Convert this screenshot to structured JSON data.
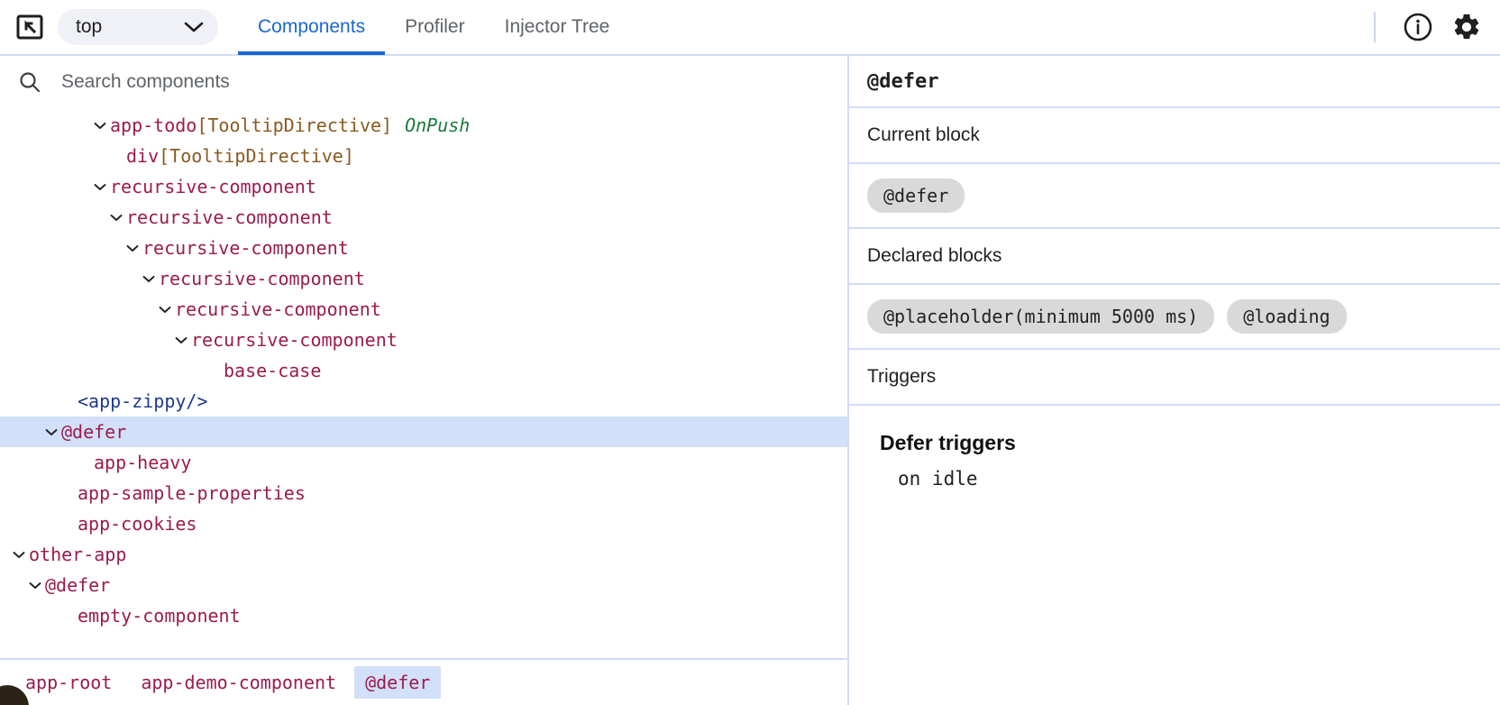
{
  "toolbar": {
    "inspect_icon": "inspect-element-icon",
    "frame_select": {
      "value": "top",
      "chevron_icon": "chevron-down-icon"
    },
    "tabs": [
      {
        "label": "Components",
        "active": true
      },
      {
        "label": "Profiler",
        "active": false
      },
      {
        "label": "Injector Tree",
        "active": false
      }
    ],
    "info_icon": "info-circle-icon",
    "settings_icon": "gear-icon",
    "accent_color": "#1967d2"
  },
  "search": {
    "placeholder": "Search components",
    "value": "",
    "icon": "search-icon"
  },
  "tree": {
    "rows": [
      {
        "indent": 5,
        "chevron": "down",
        "name": "app-todo",
        "directive": "[TooltipDirective]",
        "badge": "OnPush",
        "style": "component",
        "selected": false
      },
      {
        "indent": 6,
        "chevron": "none",
        "name": "div",
        "directive": "[TooltipDirective]",
        "badge": "",
        "style": "component",
        "selected": false
      },
      {
        "indent": 5,
        "chevron": "down",
        "name": "recursive-component",
        "directive": "",
        "badge": "",
        "style": "component",
        "selected": false
      },
      {
        "indent": 6,
        "chevron": "down",
        "name": "recursive-component",
        "directive": "",
        "badge": "",
        "style": "component",
        "selected": false
      },
      {
        "indent": 7,
        "chevron": "down",
        "name": "recursive-component",
        "directive": "",
        "badge": "",
        "style": "component",
        "selected": false
      },
      {
        "indent": 8,
        "chevron": "down",
        "name": "recursive-component",
        "directive": "",
        "badge": "",
        "style": "component",
        "selected": false
      },
      {
        "indent": 9,
        "chevron": "down",
        "name": "recursive-component",
        "directive": "",
        "badge": "",
        "style": "component",
        "selected": false
      },
      {
        "indent": 10,
        "chevron": "down",
        "name": "recursive-component",
        "directive": "",
        "badge": "",
        "style": "component",
        "selected": false
      },
      {
        "indent": 12,
        "chevron": "none",
        "name": "base-case",
        "directive": "",
        "badge": "",
        "style": "component",
        "selected": false
      },
      {
        "indent": 3,
        "chevron": "none",
        "name": "<app-zippy/>",
        "directive": "",
        "badge": "",
        "style": "blue",
        "selected": false
      },
      {
        "indent": 2,
        "chevron": "down",
        "name": "@defer",
        "directive": "",
        "badge": "",
        "style": "component",
        "selected": true
      },
      {
        "indent": 4,
        "chevron": "none",
        "name": "app-heavy",
        "directive": "",
        "badge": "",
        "style": "component",
        "selected": false
      },
      {
        "indent": 3,
        "chevron": "none",
        "name": "app-sample-properties",
        "directive": "",
        "badge": "",
        "style": "component",
        "selected": false
      },
      {
        "indent": 3,
        "chevron": "none",
        "name": "app-cookies",
        "directive": "",
        "badge": "",
        "style": "component",
        "selected": false
      },
      {
        "indent": 0,
        "chevron": "down",
        "name": "other-app",
        "directive": "",
        "badge": "",
        "style": "component",
        "selected": false
      },
      {
        "indent": 1,
        "chevron": "down",
        "name": "@defer",
        "directive": "",
        "badge": "",
        "style": "component",
        "selected": false
      },
      {
        "indent": 3,
        "chevron": "none",
        "name": "empty-component",
        "directive": "",
        "badge": "",
        "style": "component",
        "selected": false
      }
    ]
  },
  "breadcrumb": {
    "items": [
      {
        "label": "app-root",
        "active": false
      },
      {
        "label": "app-demo-component",
        "active": false
      },
      {
        "label": "@defer",
        "active": true
      }
    ]
  },
  "details": {
    "title": "@defer",
    "current_block_heading": "Current block",
    "current_block_chips": [
      "@defer"
    ],
    "declared_blocks_heading": "Declared blocks",
    "declared_blocks_chips": [
      "@placeholder(minimum 5000 ms)",
      "@loading"
    ],
    "triggers_heading": "Triggers",
    "defer_triggers_title": "Defer triggers",
    "defer_triggers": [
      "on idle"
    ]
  },
  "colors": {
    "component_name": "#9c1b4c",
    "directive_name": "#8a5a20",
    "onpush": "#1a7a3e",
    "element_blue": "#1e3a8a",
    "selection": "#d2e0f9",
    "border": "#d3dcf5",
    "chip_bg": "#d9d9d9"
  }
}
